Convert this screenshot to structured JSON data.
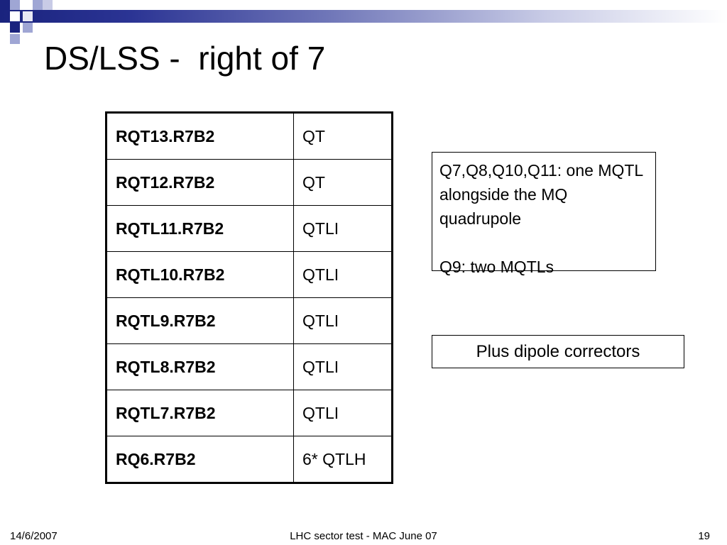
{
  "slide": {
    "title": "DS/LSS -  right of 7"
  },
  "magnets": [
    {
      "name": "RQT13.R7B2",
      "type": "QT"
    },
    {
      "name": "RQT12.R7B2",
      "type": "QT"
    },
    {
      "name": "RQTL11.R7B2",
      "type": "QTLI"
    },
    {
      "name": "RQTL10.R7B2",
      "type": "QTLI"
    },
    {
      "name": "RQTL9.R7B2",
      "type": "QTLI"
    },
    {
      "name": "RQTL8.R7B2",
      "type": "QTLI"
    },
    {
      "name": "RQTL7.R7B2",
      "type": "QTLI"
    },
    {
      "name": "RQ6.R7B2",
      "type": "6* QTLH"
    }
  ],
  "notes": {
    "line1": "Q7,Q8,Q10,Q11: one MQTL alongside the MQ quadrupole",
    "line2": "Q9: two MQTLs",
    "extra": "Plus dipole correctors"
  },
  "footer": {
    "date": "14/6/2007",
    "center": "LHC sector test - MAC June 07",
    "page": "19"
  },
  "colors": {
    "accent_dark": "#1a237e",
    "accent_light": "#9fa6d4"
  }
}
